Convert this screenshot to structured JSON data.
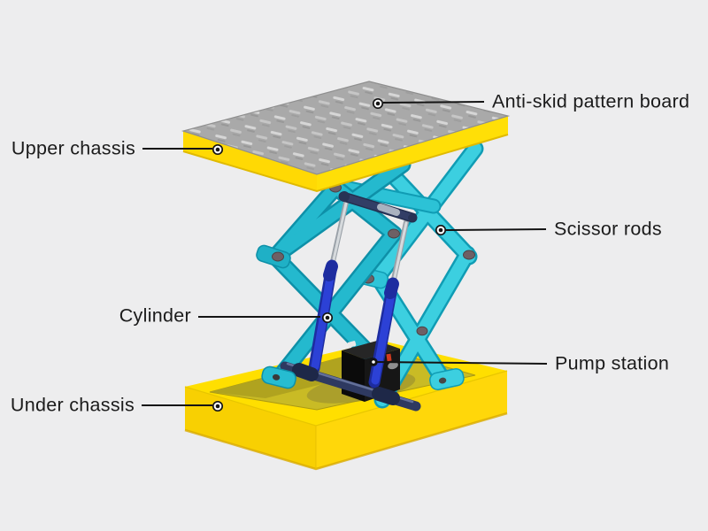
{
  "diagram": {
    "labels": {
      "anti_skid": "Anti-skid pattern board",
      "upper_chassis": "Upper chassis",
      "scissor_rods": "Scissor rods",
      "cylinder": "Cylinder",
      "pump_station": "Pump station",
      "under_chassis": "Under chassis"
    },
    "colors": {
      "background": "#ededee",
      "chassis_yellow": "#ffdd00",
      "chassis_yellow_shade": "#f8d002",
      "tray_floor_olive": "#c9bb25",
      "scissor_cyan_bright": "#3ccfe0",
      "scissor_cyan_deep": "#24b9ce",
      "cylinder_blue": "#2c41d6",
      "piston_chrome": "#c9ced3",
      "link_navy": "#323e66",
      "pump_black": "#111111",
      "pump_red_mark": "#cf3a1f",
      "plate_gray": "#a9a9a9",
      "pivot_pin": "#6e6065",
      "leader_line": "#141414",
      "label_text": "#1b1b1b"
    }
  }
}
